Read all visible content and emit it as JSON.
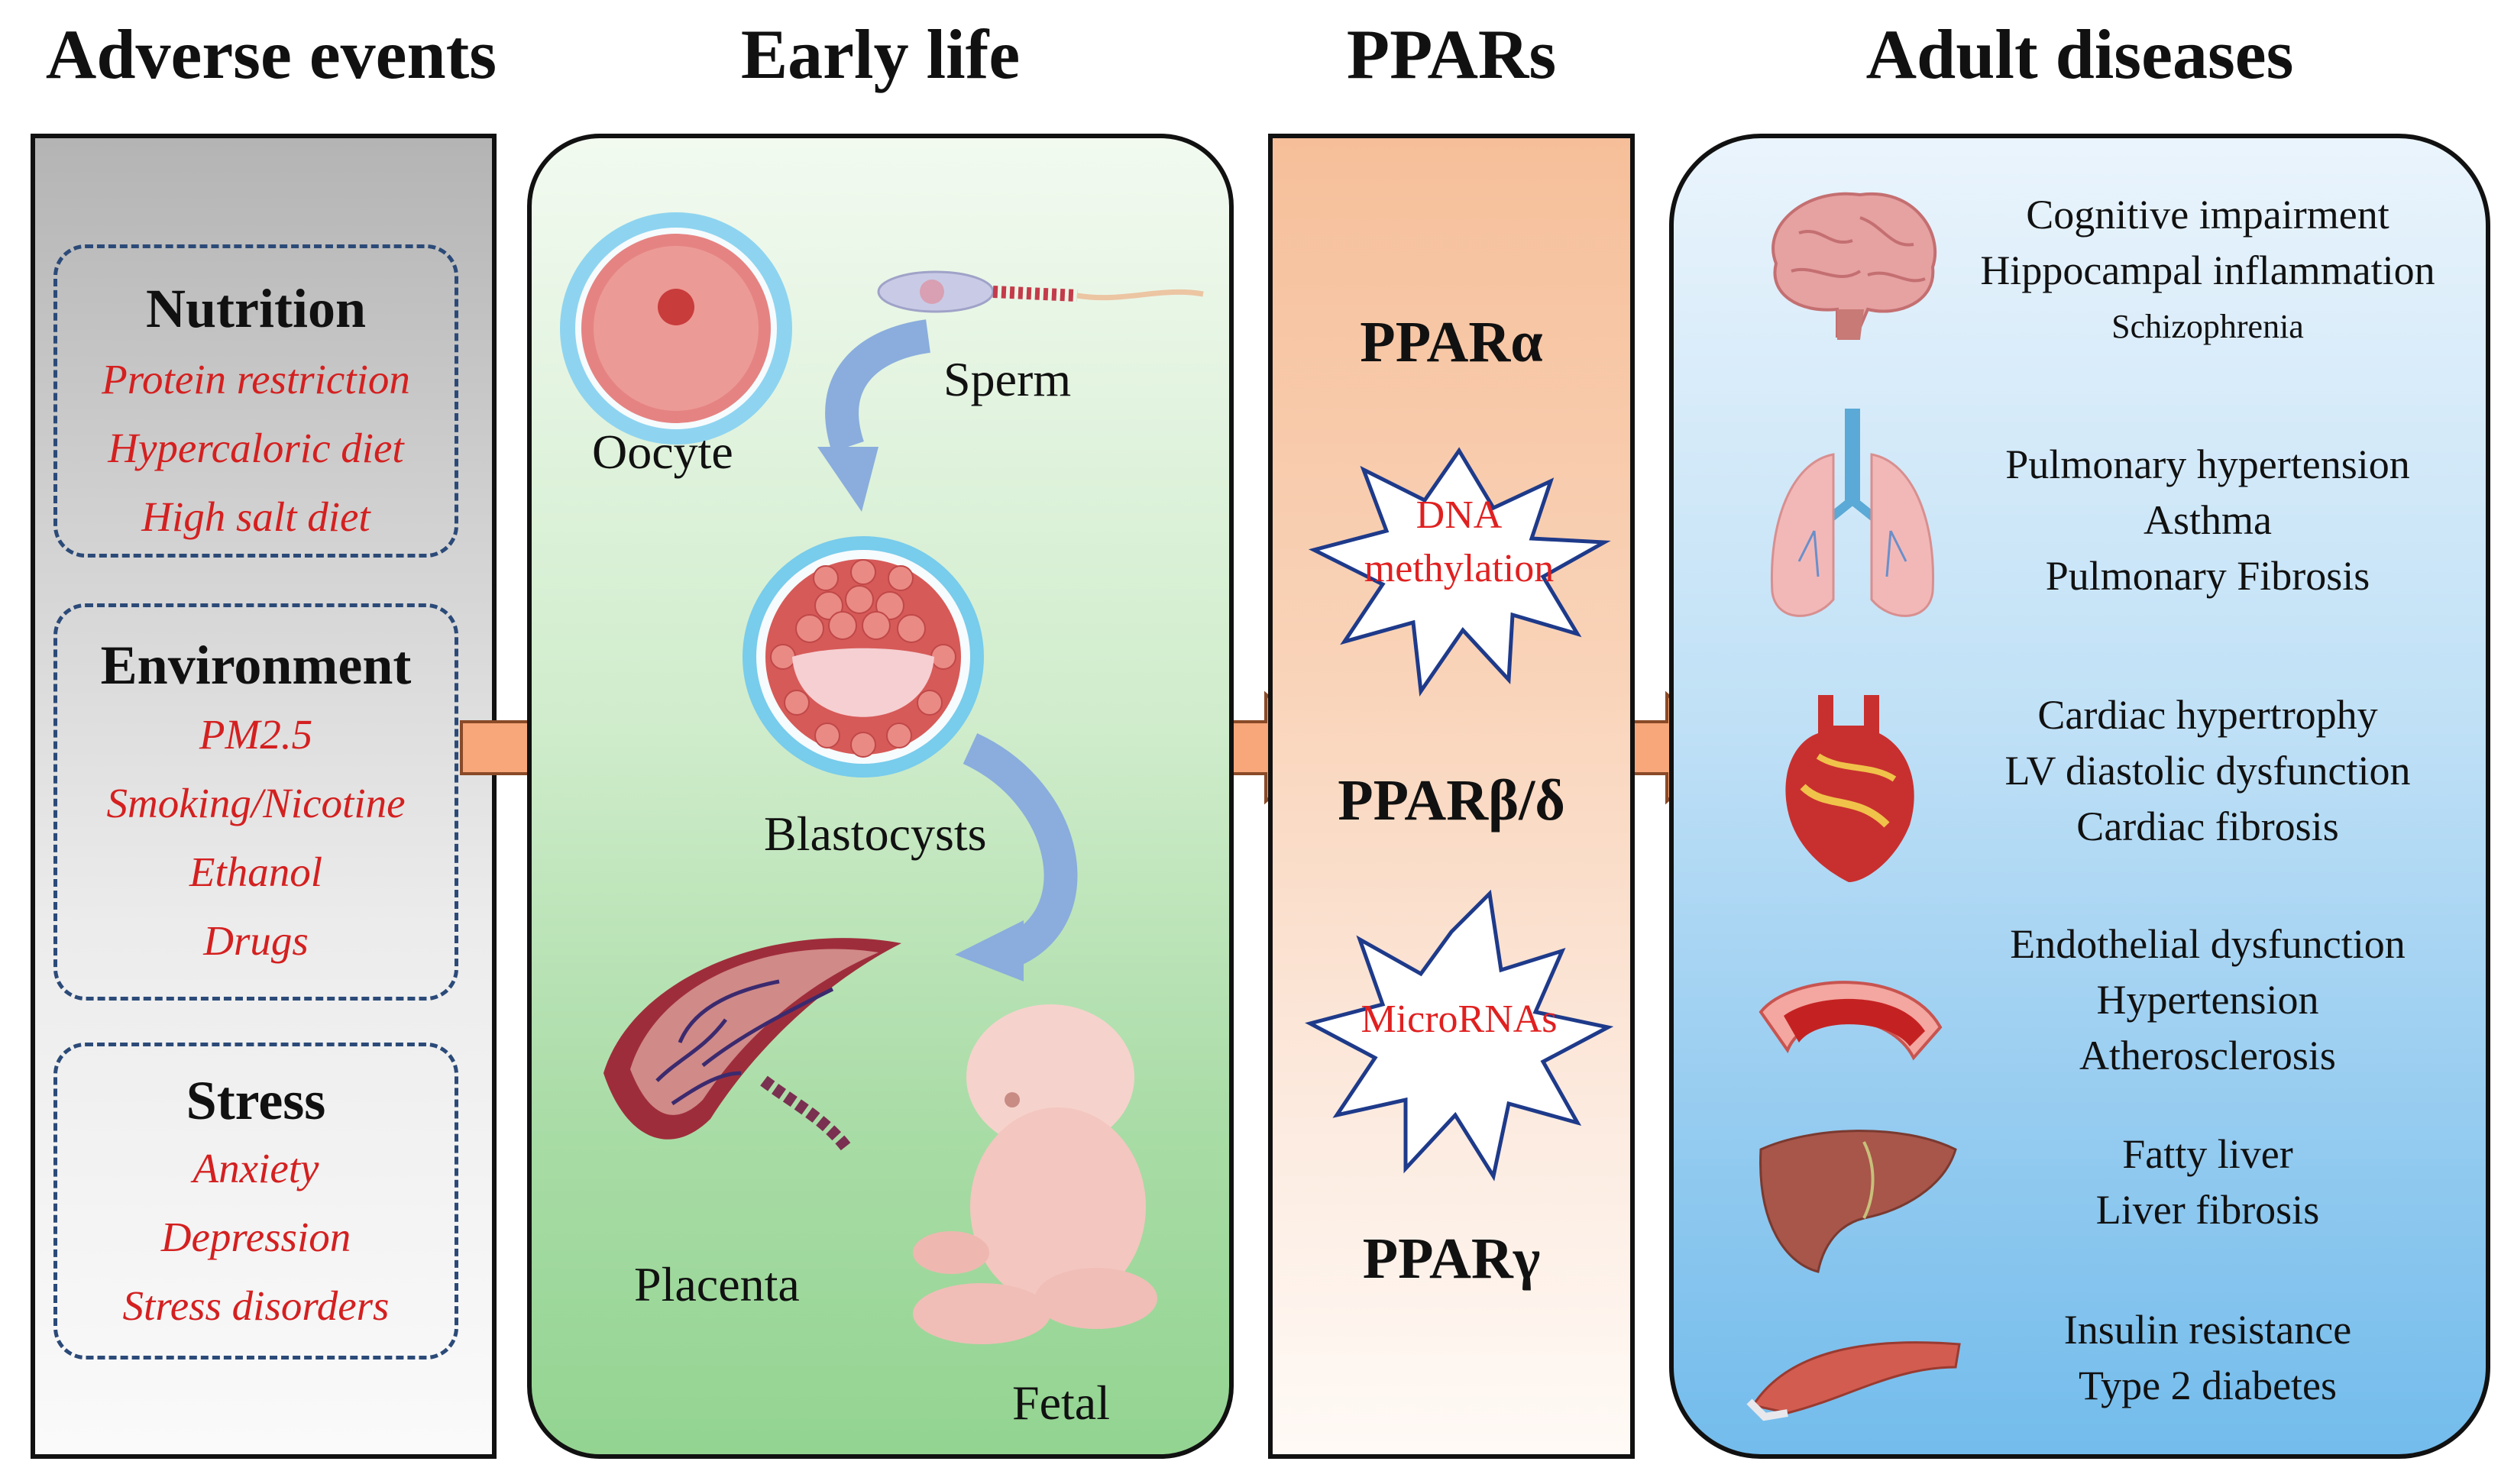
{
  "columns": {
    "adverse": "Adverse events",
    "early": "Early life",
    "ppars": "PPARs",
    "adult": "Adult diseases"
  },
  "adverse_events": [
    {
      "title": "Nutrition",
      "items": [
        "Protein restriction",
        "Hypercaloric diet",
        "High salt diet"
      ]
    },
    {
      "title": "Environment",
      "items": [
        "PM2.5",
        "Smoking/Nicotine",
        "Ethanol",
        "Drugs"
      ]
    },
    {
      "title": "Stress",
      "items": [
        "Anxiety",
        "Depression",
        "Stress disorders"
      ]
    }
  ],
  "early_life": {
    "oocyte": "Oocyte",
    "sperm": "Sperm",
    "blastocysts": "Blastocysts",
    "placenta": "Placenta",
    "fetal": "Fetal"
  },
  "ppars": {
    "alpha": "PPARα",
    "beta_delta": "PPARβ/δ",
    "gamma": "PPARγ",
    "mechanism1": [
      "DNA",
      "methylation"
    ],
    "mechanism2": "MicroRNAs"
  },
  "adult_diseases": [
    {
      "organ": "brain-icon",
      "items": [
        "Cognitive impairment",
        "Hippocampal inflammation",
        "Schizophrenia"
      ]
    },
    {
      "organ": "lungs-icon",
      "items": [
        "Pulmonary hypertension",
        "Asthma",
        "Pulmonary Fibrosis"
      ]
    },
    {
      "organ": "heart-icon",
      "items": [
        "Cardiac hypertrophy",
        "LV diastolic dysfunction",
        "Cardiac fibrosis"
      ]
    },
    {
      "organ": "blood-vessel-icon",
      "items": [
        "Endothelial dysfunction",
        "Hypertension",
        "Atherosclerosis"
      ]
    },
    {
      "organ": "liver-icon",
      "items": [
        "Fatty liver",
        "Liver fibrosis"
      ]
    },
    {
      "organ": "muscle-icon",
      "items": [
        "Insulin resistance",
        "Type 2 diabetes"
      ]
    }
  ],
  "colors": {
    "risk_text": "#d42020",
    "arrow": "#f7a77a",
    "dashed_border": "#2b4a78"
  }
}
